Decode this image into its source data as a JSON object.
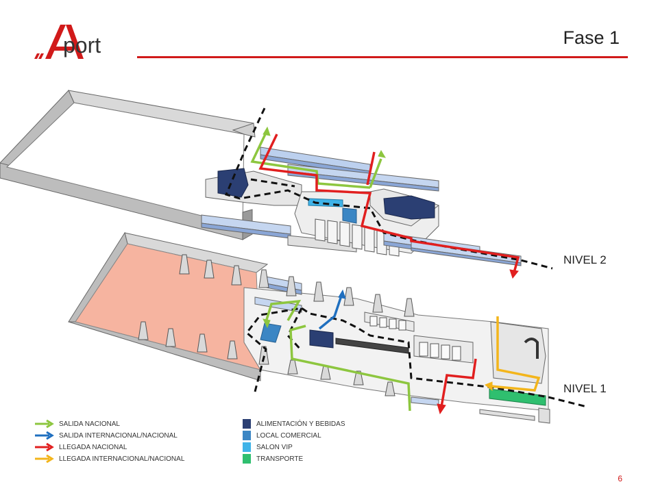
{
  "header": {
    "logo_text": "port",
    "title": "Fase 1",
    "accent_color": "#d11a1a"
  },
  "levels": {
    "upper": "NIVEL 2",
    "lower": "NIVEL 1"
  },
  "legend": {
    "routes": [
      {
        "label": "SALIDA NACIONAL",
        "color": "#8dc63f"
      },
      {
        "label": "SALIDA INTERNACIONAL/NACIONAL",
        "color": "#1f6fbf"
      },
      {
        "label": "LLEGADA NACIONAL",
        "color": "#e11f1f"
      },
      {
        "label": "LLEGADA INTERNACIONAL/NACIONAL",
        "color": "#f3b51b"
      }
    ],
    "areas": [
      {
        "label": "ALIMENTACIÓN Y BEBIDAS",
        "color": "#2b3f73"
      },
      {
        "label": "LOCAL COMERCIAL",
        "color": "#3b86c4"
      },
      {
        "label": "SALON VIP",
        "color": "#3fb3e8"
      },
      {
        "label": "TRANSPORTE",
        "color": "#2fbf6f"
      }
    ]
  },
  "footer": {
    "page_number": "6"
  }
}
